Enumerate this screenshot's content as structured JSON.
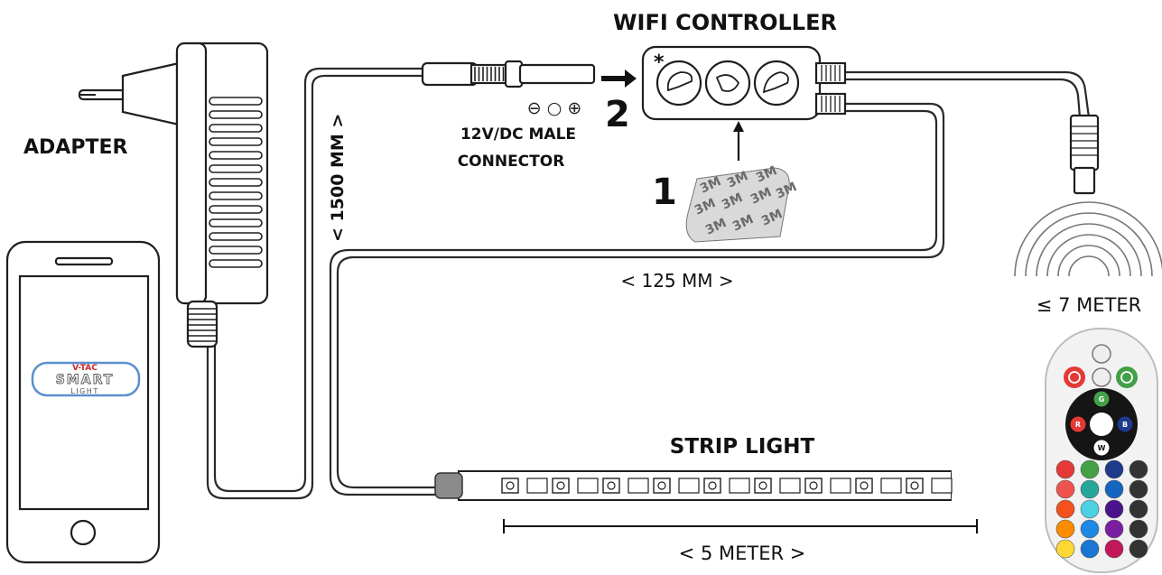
{
  "labels": {
    "wifi_controller": "WIFI CONTROLLER",
    "adapter": "ADAPTER",
    "strip_light": "STRIP LIGHT",
    "length_1500": "< 1500 MM >",
    "length_125": "< 125 MM >",
    "length_5m": "< 5 METER >",
    "range_7m": "≤ 7 METER",
    "connector_line1": "12V/DC MALE",
    "connector_line2": "CONNECTOR",
    "polarity": "⊖ ○ ⊕",
    "step_1": "1",
    "step_2": "2",
    "asterisk": "*",
    "tape_brand": "3M"
  },
  "phone": {
    "brand": "V-TAC",
    "logo_line1": "SMART",
    "logo_line2": "LIGHT"
  },
  "remote": {
    "ring_buttons": [
      "R",
      "G",
      "B",
      "W"
    ],
    "color_grid_rows": [
      [
        "#e53935",
        "#43a047",
        "#1e3a8a",
        "#333333"
      ],
      [
        "#ef5350",
        "#26a69a",
        "#1565c0",
        "#333333"
      ],
      [
        "#f4511e",
        "#4dd0e1",
        "#4a148c",
        "#333333"
      ],
      [
        "#fb8c00",
        "#1e88e5",
        "#7b1fa2",
        "#333333"
      ],
      [
        "#fdd835",
        "#1976d2",
        "#c2185b",
        "#333333"
      ]
    ]
  }
}
